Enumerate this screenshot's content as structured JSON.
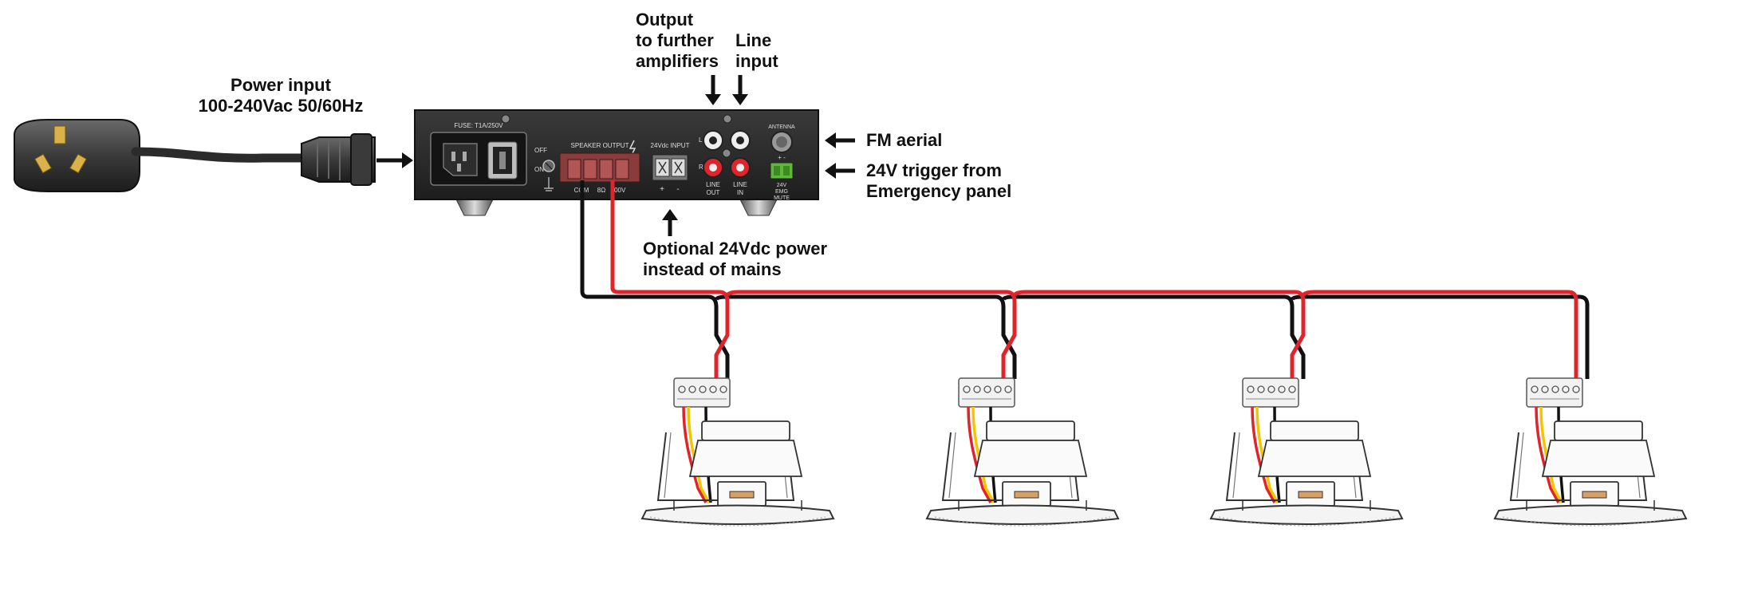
{
  "callouts": {
    "power_input": [
      "Power input",
      "100-240Vac 50/60Hz"
    ],
    "output_further": [
      "Output",
      "to further",
      "amplifiers"
    ],
    "line_input": [
      "Line",
      "input"
    ],
    "fm_aerial": [
      "FM aerial"
    ],
    "trigger": [
      "24V trigger from",
      "Emergency panel"
    ],
    "optional_power": [
      "Optional 24Vdc power",
      "instead of mains"
    ]
  },
  "amp_labels": {
    "fuse": "FUSE: T1A/250V",
    "off": "OFF",
    "on": "ON",
    "speaker_output": "SPEAKER OUTPUT",
    "dc_input": "24Vdc INPUT",
    "com": "COM",
    "eight_ohm": "8Ω",
    "hundred_v": "100V",
    "plus": "+",
    "minus": "-",
    "line_out": [
      "LINE",
      "OUT"
    ],
    "line_in": [
      "LINE",
      "IN"
    ],
    "l": "L",
    "r": "R",
    "antenna": "ANTENNA",
    "emg": [
      "24V",
      "EMG",
      "MUTE"
    ],
    "emg_pm": "+   -"
  },
  "colors": {
    "red_wire": "#e0242b",
    "black_wire": "#111111",
    "amp_body": "#2a2a2a",
    "terminal_green": "#5fb83a",
    "speaker_terminal": "#8a3b3b"
  },
  "speakers": [
    {
      "id": "speaker-1"
    },
    {
      "id": "speaker-2"
    },
    {
      "id": "speaker-3"
    },
    {
      "id": "speaker-4"
    }
  ]
}
